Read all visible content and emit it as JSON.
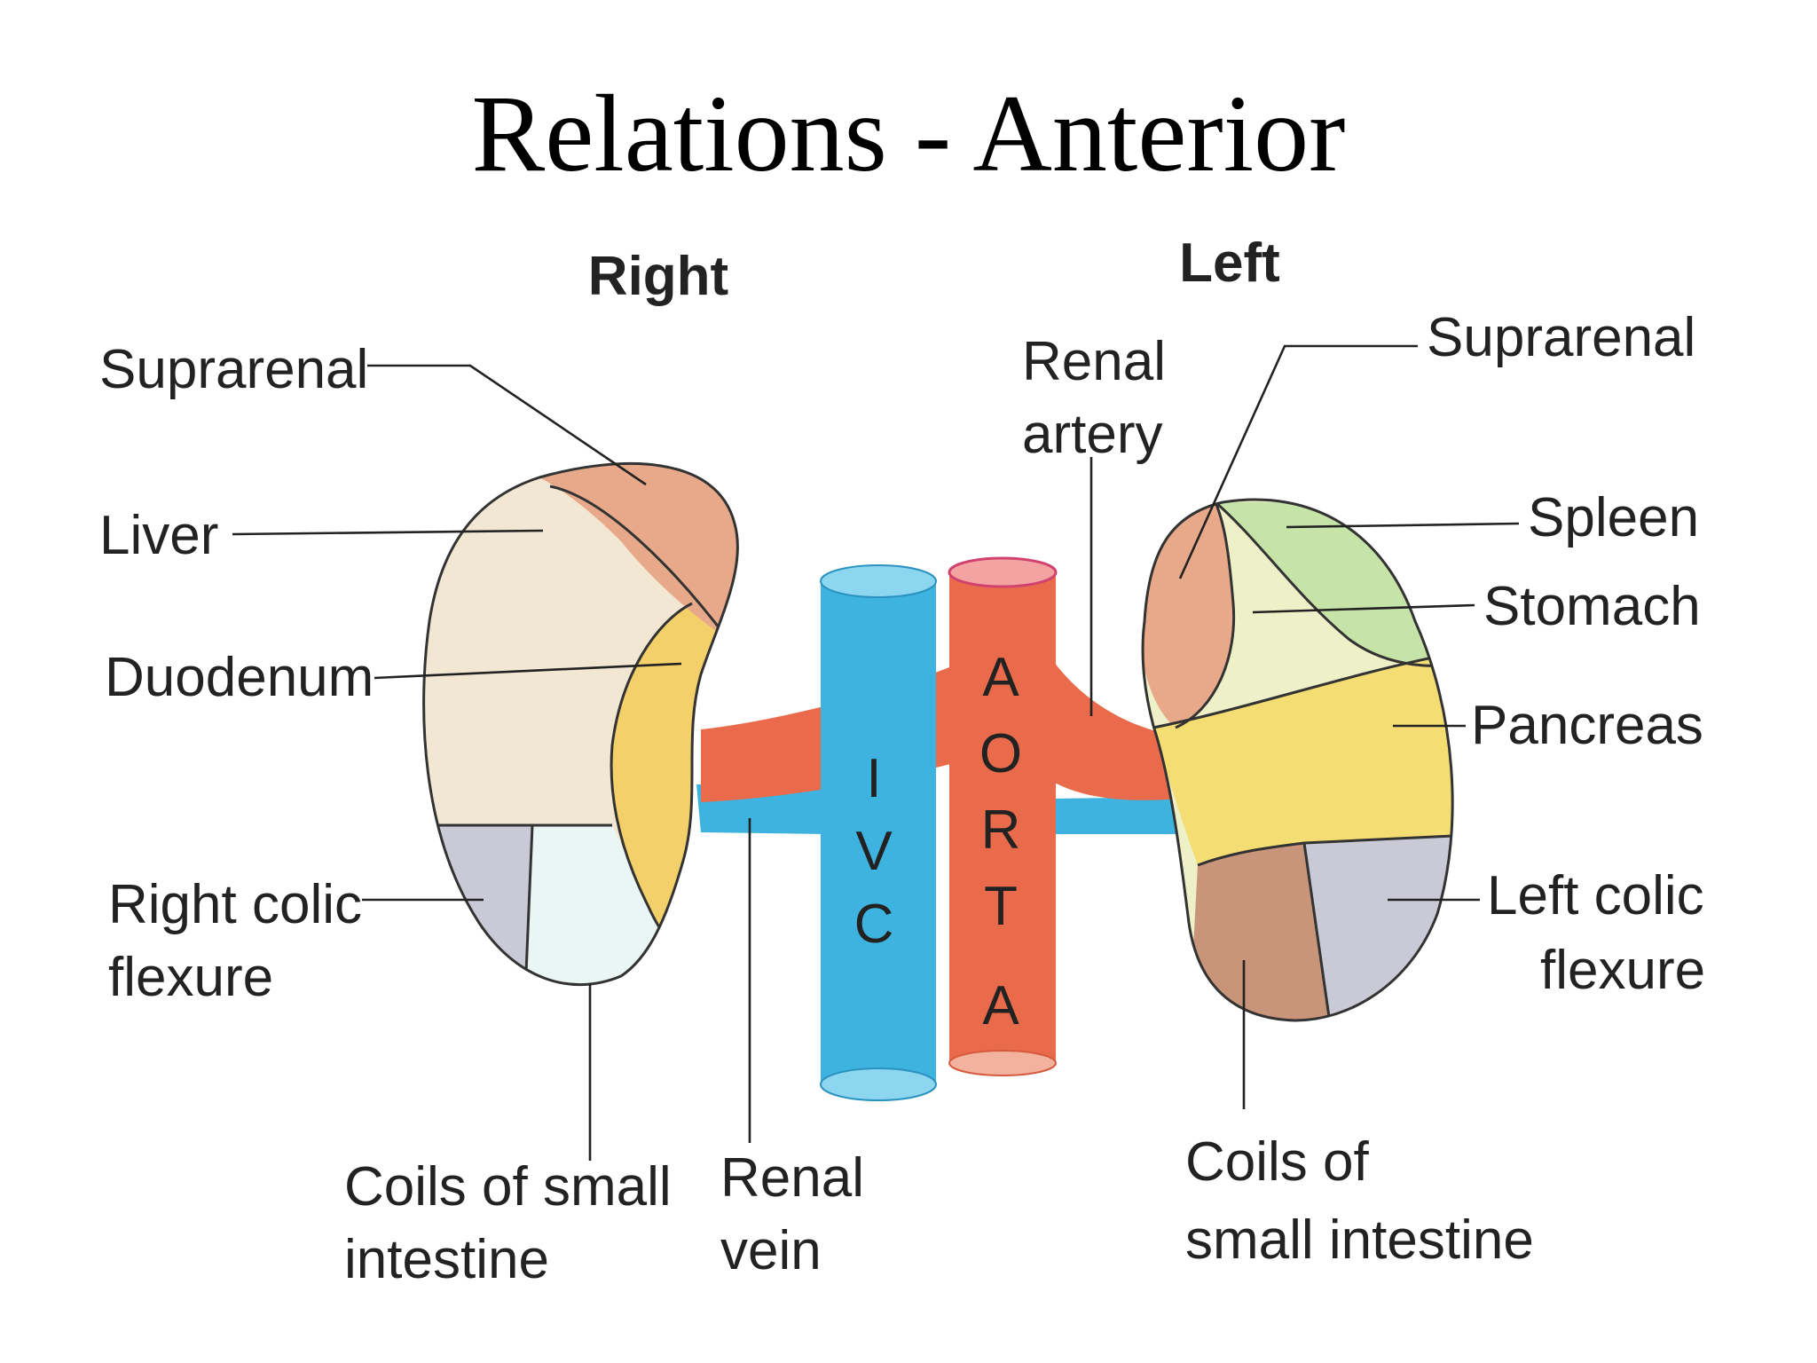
{
  "title": "Relations - Anterior",
  "sides": {
    "right": "Right",
    "left": "Left"
  },
  "right_labels": {
    "suprarenal": "Suprarenal",
    "liver": "Liver",
    "duodenum": "Duodenum",
    "colic_1": "Right colic",
    "colic_2": "flexure",
    "coils_1": "Coils of small",
    "coils_2": "intestine"
  },
  "center_labels": {
    "renal_artery_1": "Renal",
    "renal_artery_2": "artery",
    "renal_vein_1": "Renal",
    "renal_vein_2": "vein"
  },
  "left_labels": {
    "suprarenal": "Suprarenal",
    "spleen": "Spleen",
    "stomach": "Stomach",
    "pancreas": "Pancreas",
    "colic_1": "Left colic",
    "colic_2": "flexure",
    "coils_1": "Coils of",
    "coils_2": "small intestine"
  },
  "vessels": {
    "ivc": [
      "I",
      "V",
      "C"
    ],
    "aorta": [
      "A",
      "O",
      "R",
      "T",
      "A"
    ]
  },
  "colors": {
    "ivc": "#3fb3df",
    "aorta": "#ea6b4b",
    "liver": "#f2e7d3",
    "suprarenal": "#e8a98a",
    "duodenum": "#f3d06a",
    "colic": "#c9cad6",
    "small_intestine_right": "#eaf6f3",
    "spleen": "#c6e3a8",
    "stomach": "#eef0c8",
    "pancreas": "#f4dd73",
    "small_intestine_left": "#c9957a"
  }
}
